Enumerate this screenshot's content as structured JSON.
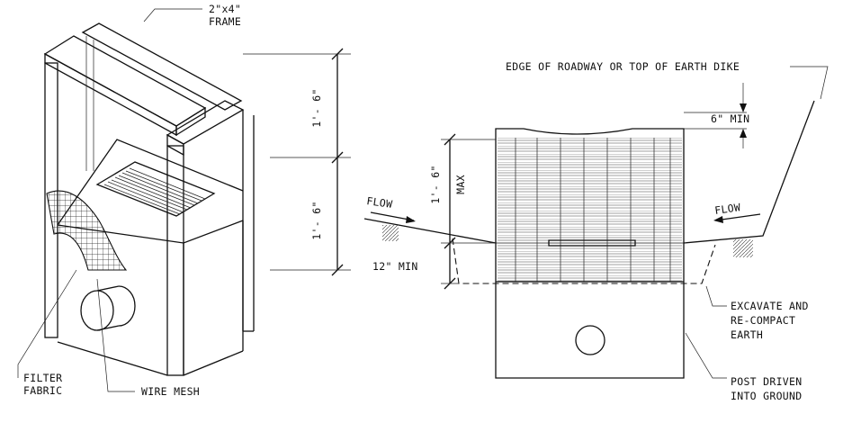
{
  "left_view": {
    "frame_label": [
      "2\"x4\"",
      "FRAME"
    ],
    "dim_upper": "1'- 6\"",
    "dim_lower": "1'- 6\"",
    "filter_fabric_label": [
      "FILTER",
      "FABRIC"
    ],
    "wire_mesh_label": "WIRE MESH"
  },
  "right_view": {
    "edge_label": "EDGE OF ROADWAY OR TOP OF EARTH DIKE",
    "min_6_label": "6\" MIN",
    "dim_max_label": "1'- 6\"",
    "max_label": "MAX",
    "flow_left": "FLOW",
    "flow_right": "FLOW",
    "min_12_label": "12\" MIN",
    "excavate_label": [
      "EXCAVATE AND",
      "RE-COMPACT",
      "EARTH"
    ],
    "post_label": [
      "POST DRIVEN",
      "INTO GROUND"
    ]
  }
}
